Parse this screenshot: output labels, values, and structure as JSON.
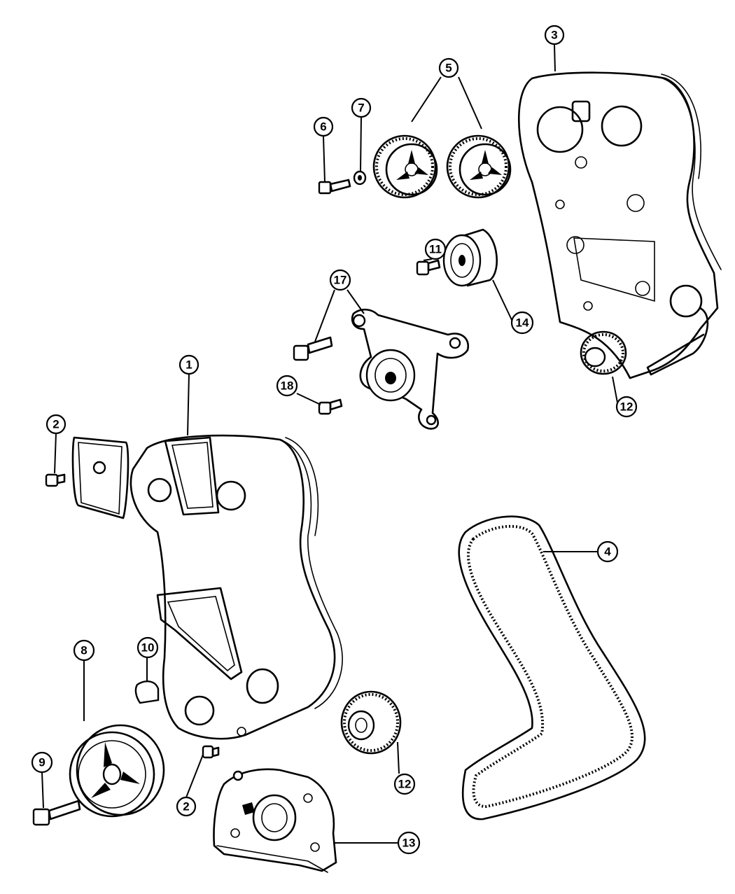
{
  "callouts": [
    "1",
    "2",
    "3",
    "4",
    "5",
    "6",
    "7",
    "8",
    "9",
    "10",
    "11",
    "12",
    "13",
    "14",
    "17",
    "18"
  ]
}
